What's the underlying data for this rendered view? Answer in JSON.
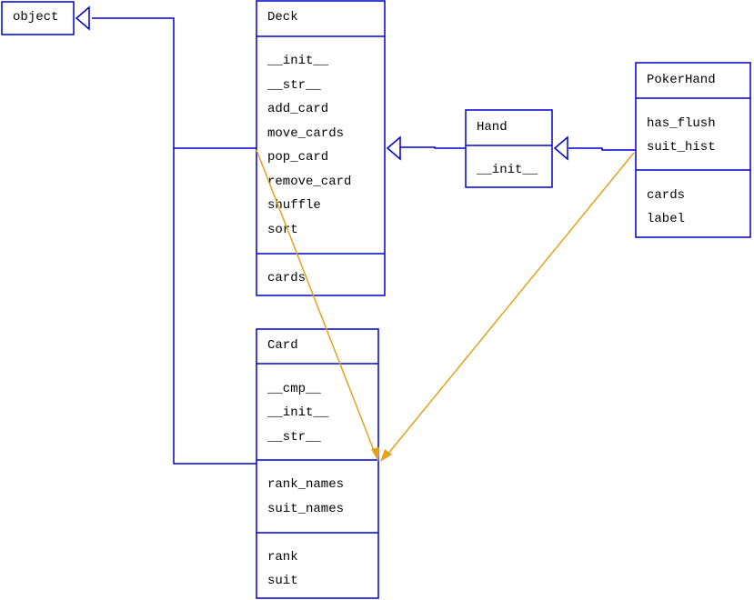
{
  "colors": {
    "class_border": "#0000cc",
    "inheritance": "#0000cc",
    "association": "#e3a21a",
    "text": "#000000",
    "background": "#ffffff"
  },
  "classes": {
    "object": {
      "name": "object",
      "sections": []
    },
    "deck": {
      "name": "Deck",
      "sections": [
        [
          "__init__",
          "__str__",
          "add_card",
          "move_cards",
          "pop_card",
          "remove_card",
          "shuffle",
          "sort"
        ],
        [
          "cards"
        ]
      ]
    },
    "card": {
      "name": "Card",
      "sections": [
        [
          "__cmp__",
          "__init__",
          "__str__"
        ],
        [
          "rank_names",
          "suit_names"
        ],
        [
          "rank",
          "suit"
        ]
      ]
    },
    "hand": {
      "name": "Hand",
      "sections": [
        [
          "__init__"
        ]
      ]
    },
    "pokerhand": {
      "name": "PokerHand",
      "sections": [
        [
          "has_flush",
          "suit_hist"
        ],
        [
          "cards",
          "label"
        ]
      ]
    }
  },
  "inheritance": [
    {
      "from": "deck",
      "to": "object"
    },
    {
      "from": "card",
      "to": "object"
    },
    {
      "from": "hand",
      "to": "deck"
    },
    {
      "from": "pokerhand",
      "to": "hand"
    }
  ],
  "associations": [
    {
      "from": "deck",
      "to": "card"
    },
    {
      "from": "pokerhand",
      "to": "card"
    }
  ]
}
